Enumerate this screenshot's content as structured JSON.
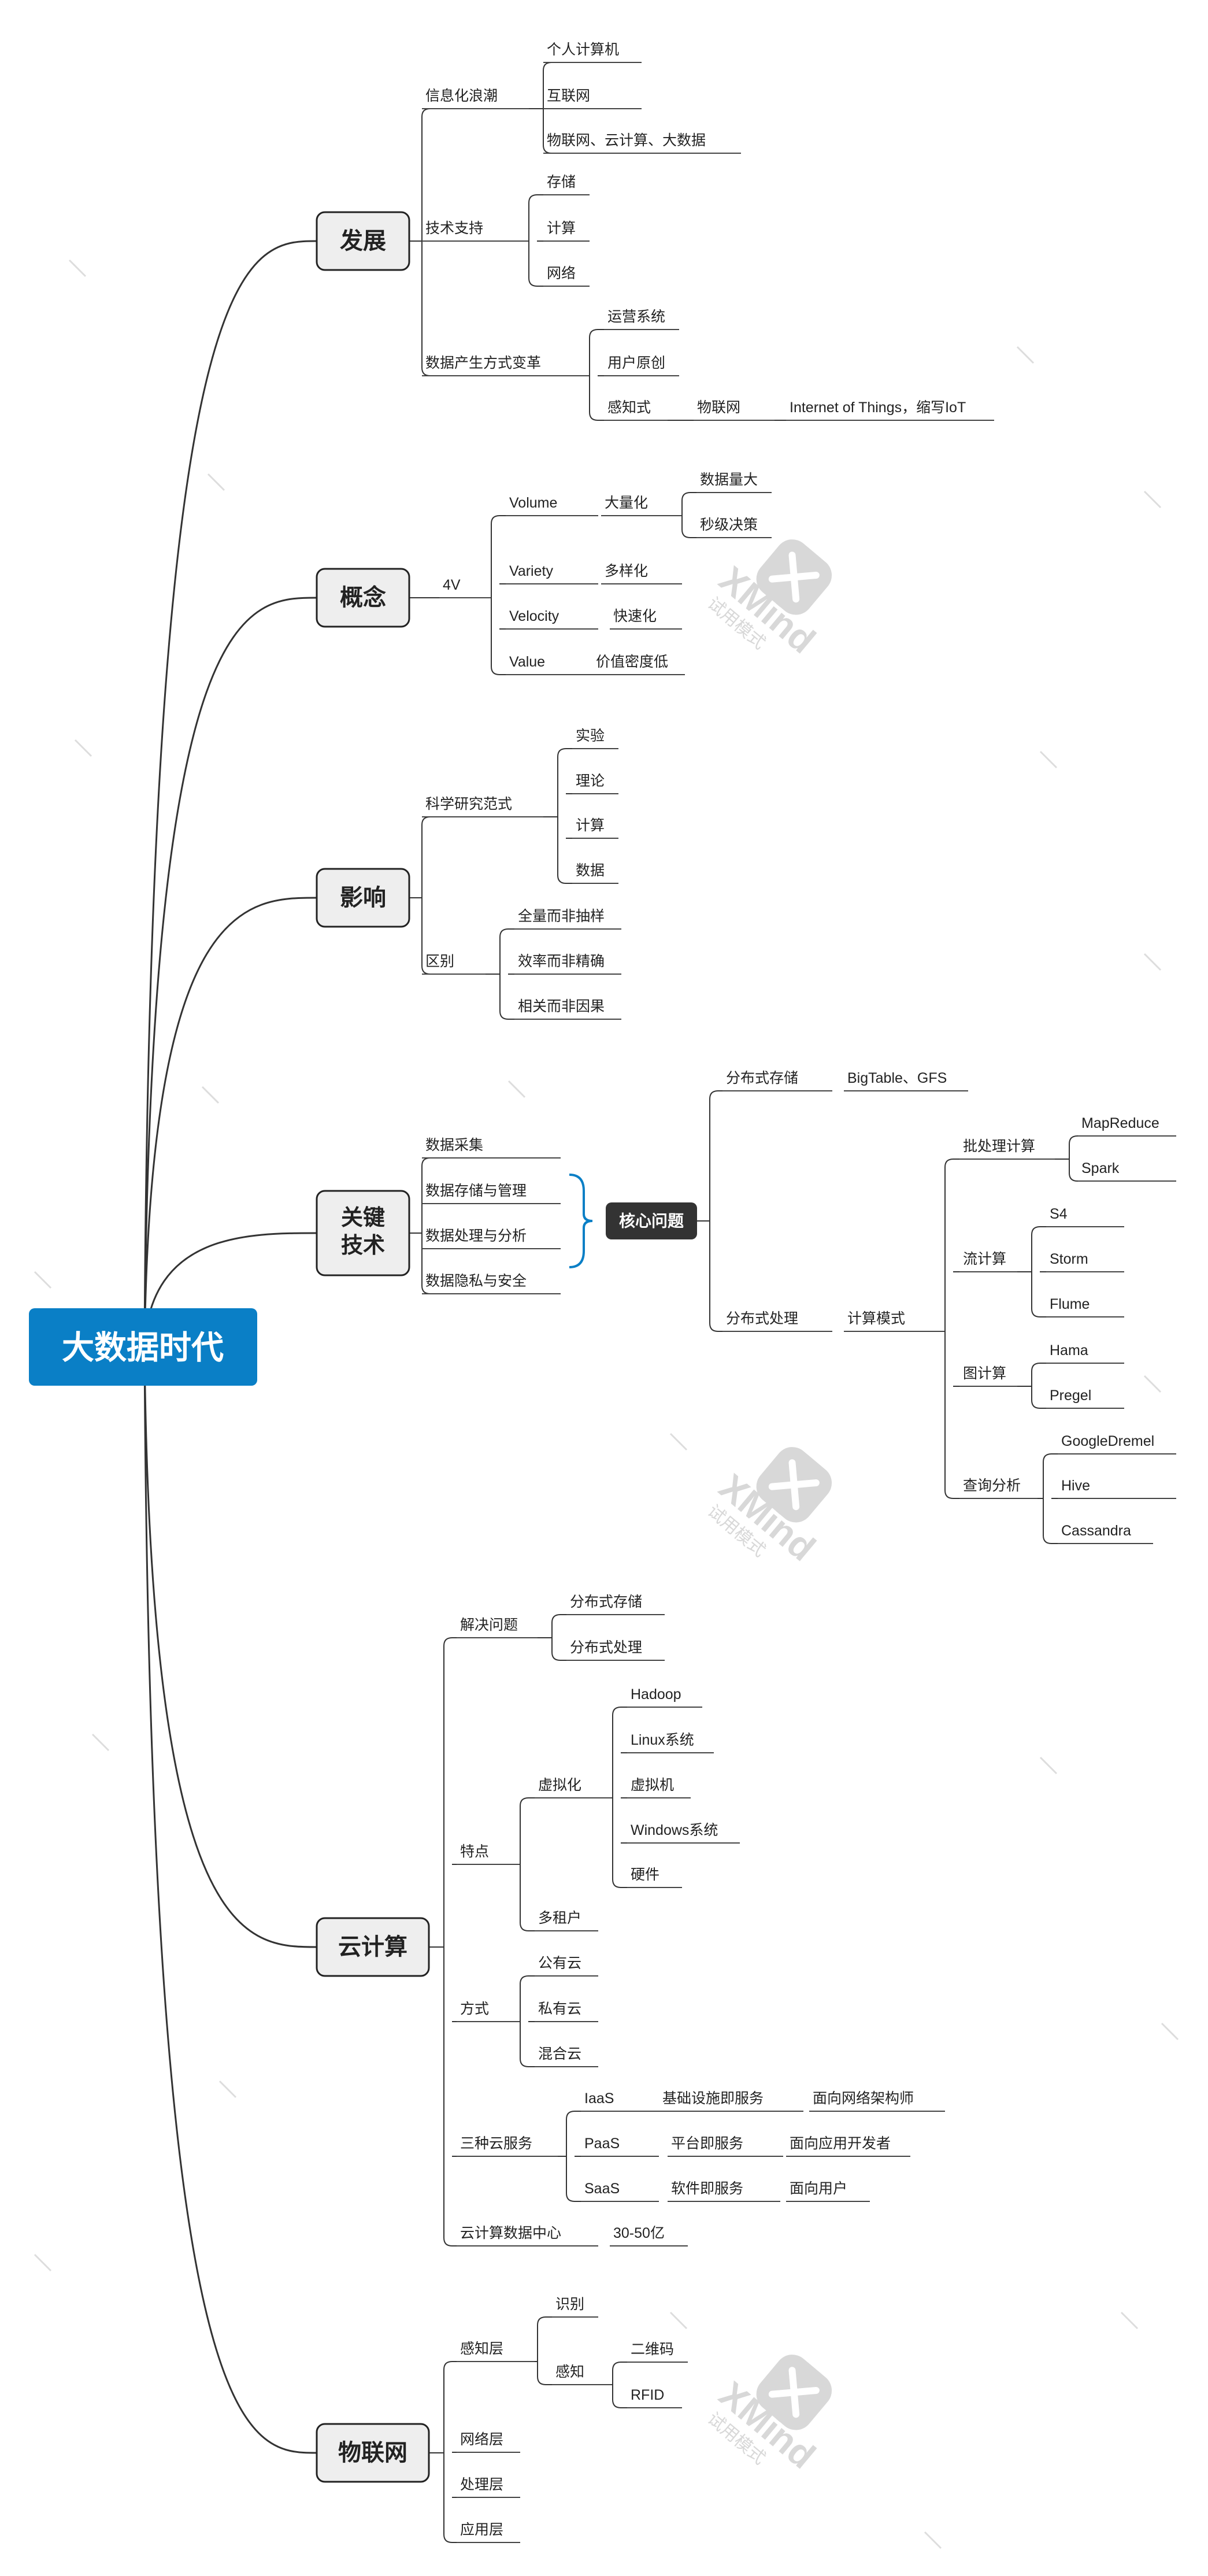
{
  "colors": {
    "line": "#333333",
    "underline": "#444444",
    "text": "#222222",
    "root_bg": "#0a7fc6",
    "root_text": "#ffffff",
    "node_bg": "#eeeeee",
    "node_border": "#222222",
    "core_bg": "#333333",
    "brace": "#0a7fc6",
    "watermark": "#d2d2d2"
  },
  "watermark": {
    "brand": "XMind",
    "sub": "试用模式"
  },
  "mindmap": {
    "root": "大数据时代",
    "branches": [
      {
        "label": "发展",
        "children": [
          {
            "label": "信息化浪潮",
            "children": [
              {
                "label": "个人计算机"
              },
              {
                "label": "互联网"
              },
              {
                "label": "物联网、云计算、大数据"
              }
            ]
          },
          {
            "label": "技术支持",
            "children": [
              {
                "label": "存储"
              },
              {
                "label": "计算"
              },
              {
                "label": "网络"
              }
            ]
          },
          {
            "label": "数据产生方式变革",
            "children": [
              {
                "label": "运营系统"
              },
              {
                "label": "用户原创"
              },
              {
                "label": "感知式",
                "children": [
                  {
                    "label": "物联网",
                    "children": [
                      {
                        "label": "Internet of Things，缩写IoT"
                      }
                    ]
                  }
                ]
              }
            ]
          }
        ]
      },
      {
        "label": "概念",
        "children": [
          {
            "label": "4V",
            "children": [
              {
                "label": "Volume",
                "children": [
                  {
                    "label": "大量化",
                    "children": [
                      {
                        "label": "数据量大"
                      },
                      {
                        "label": "秒级决策"
                      }
                    ]
                  }
                ]
              },
              {
                "label": "Variety",
                "children": [
                  {
                    "label": "多样化"
                  }
                ]
              },
              {
                "label": "Velocity",
                "children": [
                  {
                    "label": "快速化"
                  }
                ]
              },
              {
                "label": "Value",
                "children": [
                  {
                    "label": "价值密度低"
                  }
                ]
              }
            ]
          }
        ]
      },
      {
        "label": "影响",
        "children": [
          {
            "label": "科学研究范式",
            "children": [
              {
                "label": "实验"
              },
              {
                "label": "理论"
              },
              {
                "label": "计算"
              },
              {
                "label": "数据"
              }
            ]
          },
          {
            "label": "区别",
            "children": [
              {
                "label": "全量而非抽样"
              },
              {
                "label": "效率而非精确"
              },
              {
                "label": "相关而非因果"
              }
            ]
          }
        ]
      },
      {
        "label": "关键技术",
        "children": [
          {
            "label": "数据采集"
          },
          {
            "label": "数据存储与管理"
          },
          {
            "label": "数据处理与分析"
          },
          {
            "label": "数据隐私与安全"
          }
        ],
        "core": {
          "label": "核心问题",
          "children": [
            {
              "label": "分布式存储",
              "children": [
                {
                  "label": "BigTable、GFS"
                }
              ]
            },
            {
              "label": "分布式处理",
              "children": [
                {
                  "label": "计算模式",
                  "children": [
                    {
                      "label": "批处理计算",
                      "children": [
                        {
                          "label": "MapReduce"
                        },
                        {
                          "label": "Spark"
                        }
                      ]
                    },
                    {
                      "label": "流计算",
                      "children": [
                        {
                          "label": "S4"
                        },
                        {
                          "label": "Storm"
                        },
                        {
                          "label": "Flume"
                        }
                      ]
                    },
                    {
                      "label": "图计算",
                      "children": [
                        {
                          "label": "Hama"
                        },
                        {
                          "label": "Pregel"
                        }
                      ]
                    },
                    {
                      "label": "查询分析",
                      "children": [
                        {
                          "label": "GoogleDremel"
                        },
                        {
                          "label": "Hive"
                        },
                        {
                          "label": "Cassandra"
                        }
                      ]
                    }
                  ]
                }
              ]
            }
          ]
        }
      },
      {
        "label": "云计算",
        "children": [
          {
            "label": "解决问题",
            "children": [
              {
                "label": "分布式存储"
              },
              {
                "label": "分布式处理"
              }
            ]
          },
          {
            "label": "特点",
            "children": [
              {
                "label": "虚拟化",
                "children": [
                  {
                    "label": "Hadoop"
                  },
                  {
                    "label": "Linux系统"
                  },
                  {
                    "label": "虚拟机"
                  },
                  {
                    "label": "Windows系统"
                  },
                  {
                    "label": "硬件"
                  }
                ]
              },
              {
                "label": "多租户"
              }
            ]
          },
          {
            "label": "方式",
            "children": [
              {
                "label": "公有云"
              },
              {
                "label": "私有云"
              },
              {
                "label": "混合云"
              }
            ]
          },
          {
            "label": "三种云服务",
            "children": [
              {
                "label": "IaaS",
                "children": [
                  {
                    "label": "基础设施即服务",
                    "children": [
                      {
                        "label": "面向网络架构师"
                      }
                    ]
                  }
                ]
              },
              {
                "label": "PaaS",
                "children": [
                  {
                    "label": "平台即服务",
                    "children": [
                      {
                        "label": "面向应用开发者"
                      }
                    ]
                  }
                ]
              },
              {
                "label": "SaaS",
                "children": [
                  {
                    "label": "软件即服务",
                    "children": [
                      {
                        "label": "面向用户"
                      }
                    ]
                  }
                ]
              }
            ]
          },
          {
            "label": "云计算数据中心",
            "children": [
              {
                "label": "30-50亿"
              }
            ]
          }
        ]
      },
      {
        "label": "物联网",
        "children": [
          {
            "label": "感知层",
            "children": [
              {
                "label": "识别"
              },
              {
                "label": "感知",
                "children": [
                  {
                    "label": "二维码"
                  },
                  {
                    "label": "RFID"
                  }
                ]
              }
            ]
          },
          {
            "label": "网络层"
          },
          {
            "label": "处理层"
          },
          {
            "label": "应用层"
          }
        ]
      }
    ]
  }
}
